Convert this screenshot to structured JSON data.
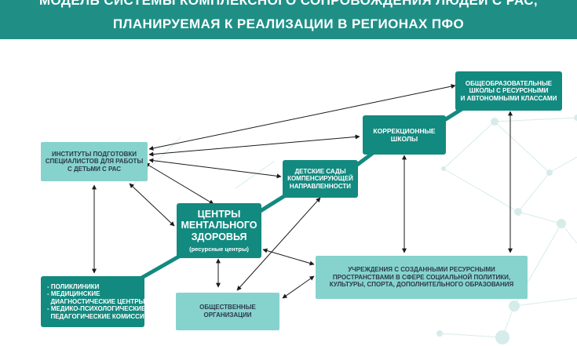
{
  "header": {
    "title_line1": "МОДЕЛЬ СИСТЕМЫ КОМПЛЕКСНОГО СОПРОВОЖДЕНИЯ ЛЮДЕЙ С РАС,",
    "title_line2": "ПЛАНИРУЕМАЯ К РЕАЛИЗАЦИИ В РЕГИОНАХ ПФО",
    "background_color": "#1f8f86"
  },
  "colors": {
    "dark_box": "#138a80",
    "light_box": "#86d3cd",
    "path": "#138a80",
    "arrow": "#1a1a1a",
    "network": "#cfe8e6"
  },
  "nodes": {
    "general_schools": {
      "line1": "ОБЩЕОБРАЗОВАТЕЛЬНЫЕ",
      "line2": "ШКОЛЫ  С РЕСУРСНЫМИ",
      "line3": "И АВТОНОМНЫМИ КЛАССАМИ"
    },
    "correctional_schools": {
      "line1": "КОРРЕКЦИОННЫЕ",
      "line2": "ШКОЛЫ"
    },
    "kindergartens": {
      "line1": "ДЕТСКИЕ САДЫ",
      "line2": "КОМПЕНСИРУЮЩЕЙ",
      "line3": "НАПРАВЛЕННОСТИ"
    },
    "institutes": {
      "line1": "ИНСТИТУТЫ ПОДГОТОВКИ",
      "line2": "СПЕЦИАЛИСТОВ ДЛЯ РАБОТЫ",
      "line3": "С ДЕТЬМИ С РАС"
    },
    "mental_health_centers": {
      "line1": "ЦЕНТРЫ",
      "line2": "МЕНТАЛЬНОГО",
      "line3": "ЗДОРОВЬЯ",
      "subtitle": "(ресурсные центры)"
    },
    "clinics": {
      "line1": "- ПОЛИКЛИНИКИ",
      "line2": "- МЕДИЦИНСКИЕ",
      "line3": "  ДИАГНОСТИЧЕСКИЕ ЦЕНТРЫ",
      "line4": "- МЕДИКО-ПСИХОЛОГИЧЕСКИЕ-",
      "line5": "  ПЕДАГОГИЧЕСКИЕ КОМИССИИ"
    },
    "public_orgs": {
      "line1": "ОБЩЕСТВЕННЫЕ",
      "line2": "ОРГАНИЗАЦИИ"
    },
    "institutions": {
      "line1": "УЧРЕЖДЕНИЯ  С  СОЗДАННЫМИ РЕСУРСНЫМИ",
      "line2": "ПРОСТРАНСТВАМИ В СФЕРЕ СОЦИАЛЬНОЙ ПОЛИТИКИ,",
      "line3": "КУЛЬТУРЫ, СПОРТА, ДОПОЛНИТЕЛЬНОГО ОБРАЗОВАНИЯ"
    }
  }
}
